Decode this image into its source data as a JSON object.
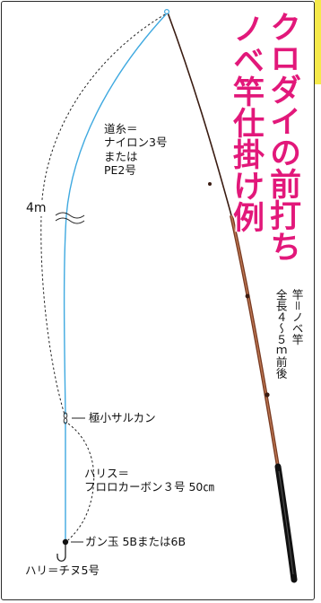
{
  "title": {
    "line1": "クロダイの前打ち",
    "line2": "ノベ竿仕掛け例"
  },
  "colors": {
    "title": "#e2187a",
    "main_line": "#3fa9e0",
    "leader": "#3fa9e0",
    "rod_main": "#7a3b22",
    "rod_grip": "#111111",
    "accent_strip": "#f5e94a"
  },
  "labels": {
    "main_line": "道糸＝\nナイロン3号\nまたは\nPE2号",
    "length": "4m",
    "swivel": "極小サルカン",
    "leader": "ハリス＝\nフロロカーボン３号 50㎝",
    "sinker": "ガン玉 5Bまたは6B",
    "hook": "ハリ＝チヌ5号",
    "rod_line1": "竿＝ノベ竿",
    "rod_line2": "全長４～５ｍ前後"
  },
  "icons": [
    "hook-icon",
    "swivel-icon",
    "sinker-icon",
    "rod-tip-icon"
  ]
}
